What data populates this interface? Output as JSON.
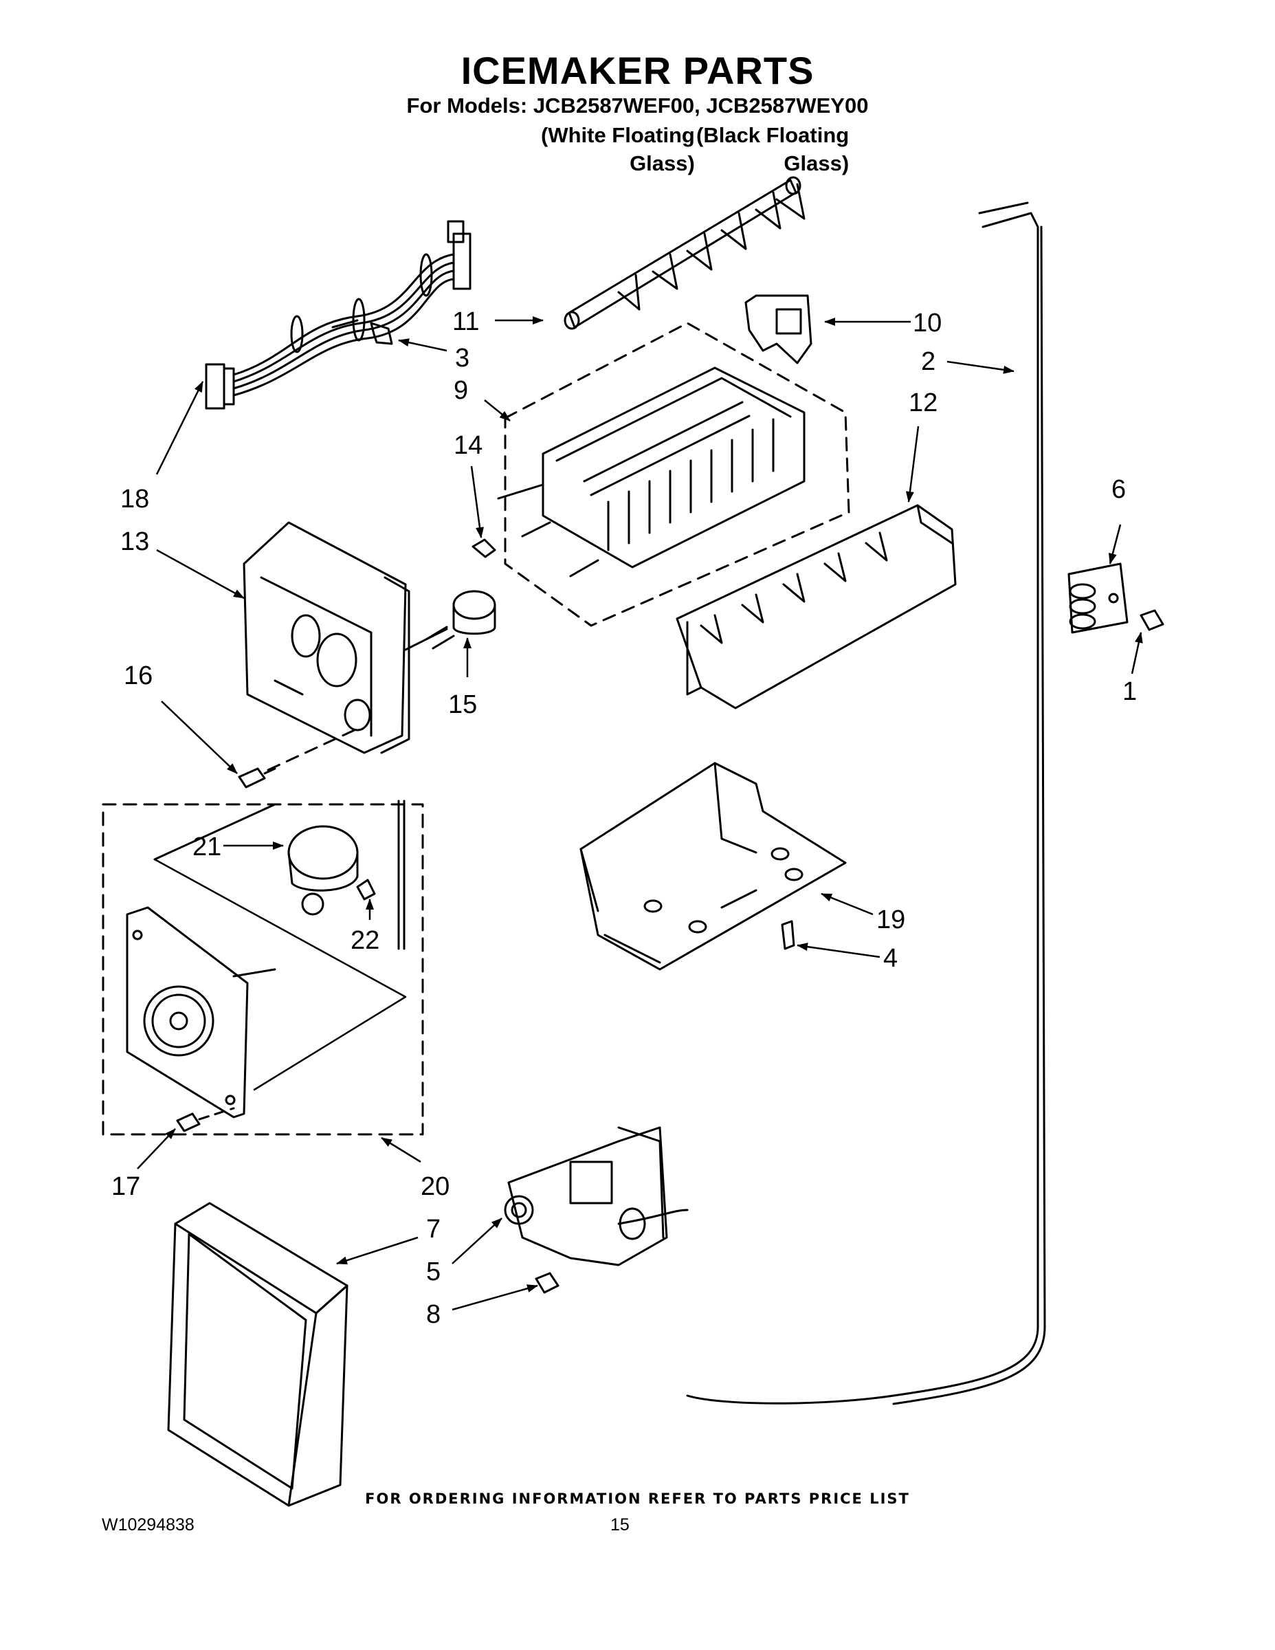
{
  "header": {
    "title": "ICEMAKER PARTS",
    "models": "For Models: JCB2587WEF00, JCB2587WEY00",
    "variant_1_line_1": "(White Floating",
    "variant_1_line_2": "Glass)",
    "variant_2_line_1": "(Black Floating",
    "variant_2_line_2": "Glass)"
  },
  "callouts": {
    "c1": "1",
    "c2": "2",
    "c3": "3",
    "c4": "4",
    "c5": "5",
    "c6": "6",
    "c7": "7",
    "c8": "8",
    "c9": "9",
    "c10": "10",
    "c11": "11",
    "c12": "12",
    "c13": "13",
    "c14": "14",
    "c15": "15",
    "c16": "16",
    "c17": "17",
    "c18": "18",
    "c19": "19",
    "c20": "20",
    "c21": "21",
    "c22": "22"
  },
  "footer": {
    "ordering_note": "FOR ORDERING INFORMATION REFER TO PARTS PRICE LIST",
    "document_number": "W10294838",
    "page_number": "15"
  }
}
